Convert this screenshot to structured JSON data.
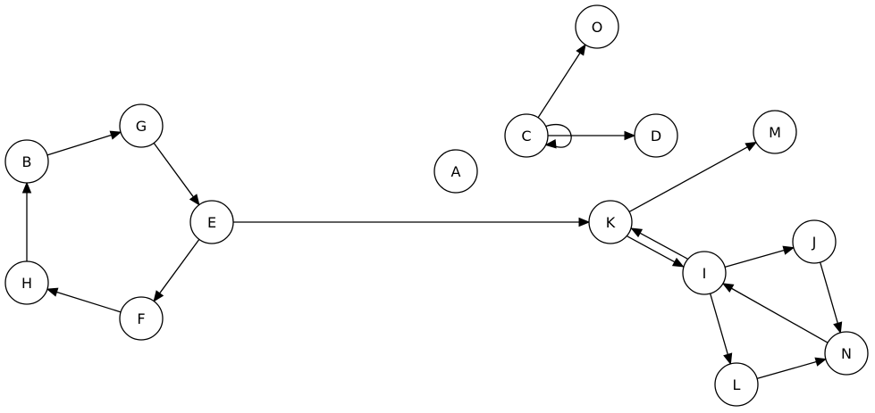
{
  "graph": {
    "directed": true,
    "nodes": [
      {
        "id": "A",
        "label": "A"
      },
      {
        "id": "B",
        "label": "B"
      },
      {
        "id": "C",
        "label": "C"
      },
      {
        "id": "D",
        "label": "D"
      },
      {
        "id": "E",
        "label": "E"
      },
      {
        "id": "F",
        "label": "F"
      },
      {
        "id": "G",
        "label": "G"
      },
      {
        "id": "H",
        "label": "H"
      },
      {
        "id": "I",
        "label": "I"
      },
      {
        "id": "J",
        "label": "J"
      },
      {
        "id": "K",
        "label": "K"
      },
      {
        "id": "L",
        "label": "L"
      },
      {
        "id": "M",
        "label": "M"
      },
      {
        "id": "N",
        "label": "N"
      },
      {
        "id": "O",
        "label": "O"
      }
    ],
    "edges": [
      {
        "from": "B",
        "to": "G"
      },
      {
        "from": "G",
        "to": "E"
      },
      {
        "from": "E",
        "to": "F"
      },
      {
        "from": "F",
        "to": "H"
      },
      {
        "from": "H",
        "to": "B"
      },
      {
        "from": "E",
        "to": "K"
      },
      {
        "from": "C",
        "to": "O"
      },
      {
        "from": "C",
        "to": "D"
      },
      {
        "from": "C",
        "to": "C"
      },
      {
        "from": "K",
        "to": "M"
      },
      {
        "from": "K",
        "to": "I"
      },
      {
        "from": "I",
        "to": "K"
      },
      {
        "from": "I",
        "to": "J"
      },
      {
        "from": "J",
        "to": "N"
      },
      {
        "from": "N",
        "to": "I"
      },
      {
        "from": "I",
        "to": "L"
      },
      {
        "from": "L",
        "to": "N"
      }
    ]
  }
}
